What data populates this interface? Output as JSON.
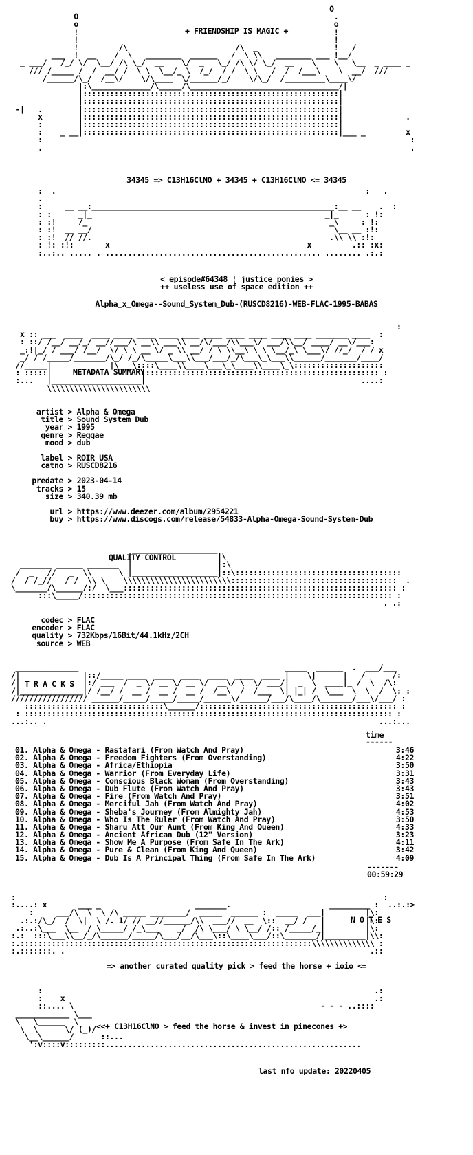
{
  "header": {
    "slogan": "+ FRIENDSHIP IS MAGIC +",
    "formula": "34345 => C13H16ClNO + 34345 + C13H16ClNO <= 34345",
    "episode": "< episode#64348 ¦ justice ponies >",
    "edition": "++ useless use of space edition ++",
    "release": "Alpha_x_Omega--Sound_System_Dub-(RUSCD8216)-WEB-FLAC-1995-BABAS"
  },
  "metadata": {
    "title": "METADATA SUMMARY",
    "fields": [
      {
        "key": "artist",
        "value": "Alpha & Omega"
      },
      {
        "key": "title",
        "value": "Sound System Dub"
      },
      {
        "key": "year",
        "value": "1995"
      },
      {
        "key": "genre",
        "value": "Reggae"
      },
      {
        "key": "mood",
        "value": "dub"
      },
      {
        "key": "label",
        "value": "ROIR USA"
      },
      {
        "key": "catno",
        "value": "RUSCD8216"
      },
      {
        "key": "predate",
        "value": "2023-04-14"
      },
      {
        "key": "tracks",
        "value": "15"
      },
      {
        "key": "size",
        "value": "340.39 mb"
      },
      {
        "key": "url",
        "value": "https://www.deezer.com/album/2954221"
      },
      {
        "key": "buy",
        "value": "https://www.discogs.com/release/54833-Alpha-Omega-Sound-System-Dub"
      }
    ]
  },
  "quality": {
    "title": "QUALITY CONTROL",
    "fields": [
      {
        "key": "codec",
        "value": "FLAC"
      },
      {
        "key": "encoder",
        "value": "FLAC"
      },
      {
        "key": "quality",
        "value": "732Kbps/16Bit/44.1kHz/2CH"
      },
      {
        "key": "source",
        "value": "WEB"
      }
    ]
  },
  "tracks": {
    "title": "T R A C K S",
    "time_header": "time",
    "items": [
      {
        "text": "01. Alpha & Omega - Rastafari (From Watch And Pray)",
        "time": "3:46"
      },
      {
        "text": "02. Alpha & Omega - Freedom Fighters (From Overstanding)",
        "time": "4:22"
      },
      {
        "text": "03. Alpha & Omega - Africa/Ethiopia",
        "time": "3:50"
      },
      {
        "text": "04. Alpha & Omega - Warrior (From Everyday Life)",
        "time": "3:31"
      },
      {
        "text": "05. Alpha & Omega - Conscious Black Woman (From Overstanding)",
        "time": "3:43"
      },
      {
        "text": "06. Alpha & Omega - Dub Flute (From Watch And Pray)",
        "time": "3:43"
      },
      {
        "text": "07. Alpha & Omega - Fire (From Watch And Pray)",
        "time": "3:51"
      },
      {
        "text": "08. Alpha & Omega - Merciful Jah (From Watch And Pray)",
        "time": "4:02"
      },
      {
        "text": "09. Alpha & Omega - Sheba's Journey (From Almighty Jah)",
        "time": "4:53"
      },
      {
        "text": "10. Alpha & Omega - Who Is The Ruler (From Watch And Pray)",
        "time": "3:50"
      },
      {
        "text": "11. Alpha & Omega - Sharu Att Our Aunt (From King And Queen)",
        "time": "4:33"
      },
      {
        "text": "12. Alpha & Omega - Ancient African Dub (12\" Version)",
        "time": "3:23"
      },
      {
        "text": "13. Alpha & Omega - Show Me A Purpose (From Safe In The Ark)",
        "time": "4:11"
      },
      {
        "text": "14. Alpha & Omega - Pure & Clean (From King And Queen)",
        "time": "3:42"
      },
      {
        "text": "15. Alpha & Omega - Dub Is A Principal Thing (From Safe In The Ark)",
        "time": "4:09"
      }
    ],
    "total": "00:59:29"
  },
  "notes": {
    "title": "N O T E S",
    "line": "=> another curated quality pick > feed the horse + ioio <="
  },
  "footer": {
    "tagline": "<<+ C13H16ClNO > feed the horse & invest in pinecones +>",
    "last_update": "last nfo update: 20220405"
  }
}
